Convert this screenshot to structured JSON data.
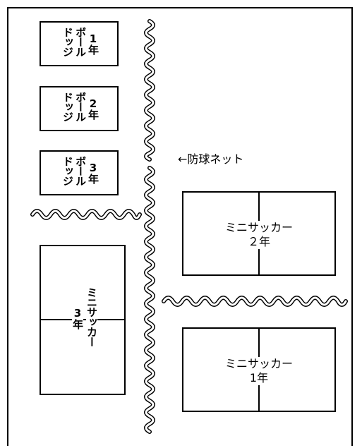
{
  "net": {
    "label": "←防球ネット"
  },
  "dodgeball_courts": [
    {
      "line1": "ドッジ",
      "line2": "ボール",
      "line3": "1年"
    },
    {
      "line1": "ドッジ",
      "line2": "ボール",
      "line3": "2年"
    },
    {
      "line1": "ドッジ",
      "line2": "ボール",
      "line3": "3年"
    }
  ],
  "soccer_courts": [
    {
      "line1": "ミニサッカー",
      "line2": "２年"
    },
    {
      "line1": "ミニサッカー",
      "line2": "1年"
    },
    {
      "vertical": "ミニサッカー",
      "grade": "3年"
    }
  ],
  "colors": {
    "line": "#000000",
    "background": "#ffffff"
  }
}
